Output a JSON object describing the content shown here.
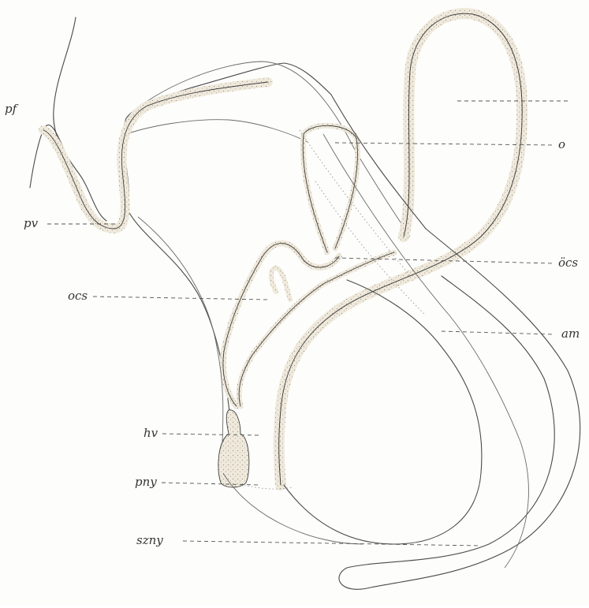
{
  "labels": {
    "pf": "pf",
    "pv": "pv",
    "ocs": "ocs",
    "hv": "hv",
    "pny": "pny",
    "szny": "szny",
    "o": "o",
    "ocs_umlaut": "öcs",
    "am": "am"
  },
  "colors": {
    "line": "#4a4a4a",
    "stipple": "#d9d2c2",
    "paper": "#fdfdfb"
  }
}
